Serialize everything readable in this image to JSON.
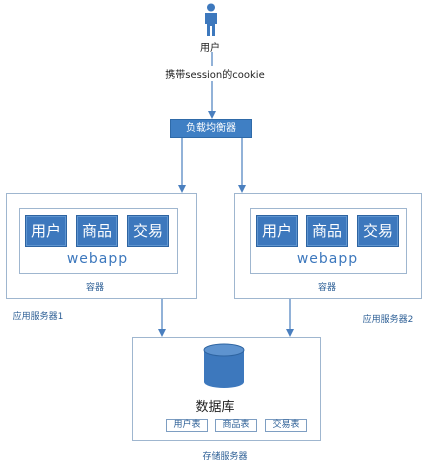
{
  "user": {
    "label": "用户",
    "carry_label": "携带session的cookie"
  },
  "load_balancer": {
    "label": "负载均衡器"
  },
  "app_servers": [
    {
      "label": "应用服务器1",
      "container_label": "容器",
      "webapp_label": "webapp",
      "modules": [
        "用户",
        "商品",
        "交易"
      ]
    },
    {
      "label": "应用服务器2",
      "container_label": "容器",
      "webapp_label": "webapp",
      "modules": [
        "用户",
        "商品",
        "交易"
      ]
    }
  ],
  "database_server": {
    "label": "存储服务器",
    "db_label": "数据库",
    "tables": [
      "用户表",
      "商品表",
      "交易表"
    ]
  },
  "colors": {
    "accent": "#3d78bd",
    "border": "#9fb6cf",
    "arrow": "#4a7fbf"
  },
  "icons": {
    "user": "person-icon",
    "database": "database-cylinder-icon"
  }
}
